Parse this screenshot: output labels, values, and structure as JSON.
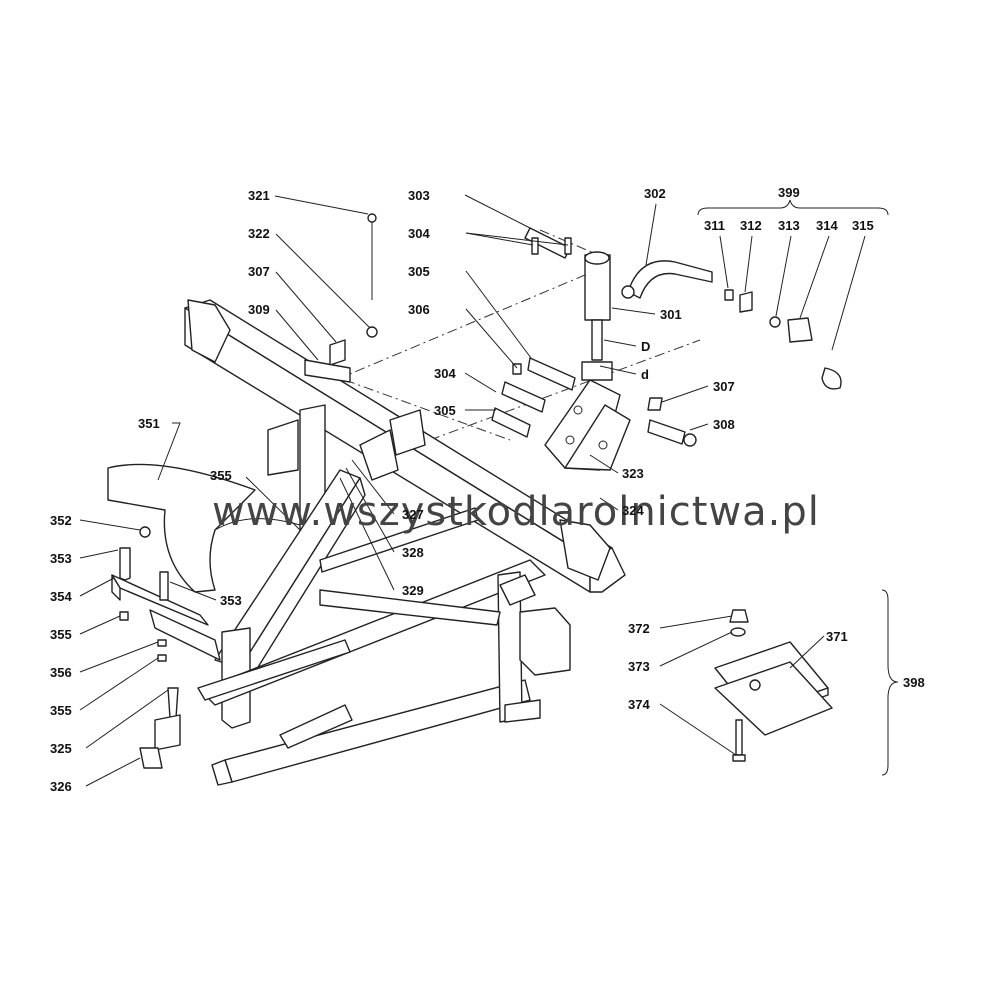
{
  "watermark": "www.wszystkodlarolnictwa.pl",
  "labels": {
    "l321": "321",
    "l322": "322",
    "l307a": "307",
    "l309": "309",
    "l303": "303",
    "l304a": "304",
    "l305a": "305",
    "l306": "306",
    "l304b": "304",
    "l305b": "305",
    "l302": "302",
    "l301": "301",
    "lD": "D",
    "ld": "d",
    "l307b": "307",
    "l308": "308",
    "l323": "323",
    "l324": "324",
    "l399": "399",
    "l311": "311",
    "l312": "312",
    "l313": "313",
    "l314": "314",
    "l315": "315",
    "l351": "351",
    "l355a": "355",
    "l327": "327",
    "l328": "328",
    "l329": "329",
    "l352": "352",
    "l353a": "353",
    "l354": "354",
    "l353b": "353",
    "l355b": "355",
    "l356": "356",
    "l355c": "355",
    "l325": "325",
    "l326": "326",
    "l372": "372",
    "l373": "373",
    "l371": "371",
    "l374": "374",
    "l398": "398"
  }
}
